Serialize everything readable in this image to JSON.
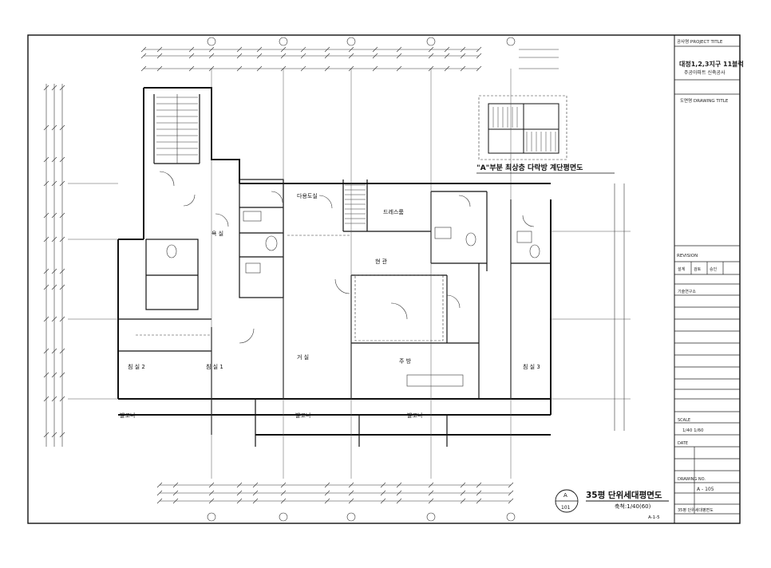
{
  "drawing": {
    "title": "35평 단위세대평면도",
    "scale": "축척:1/40(60)",
    "section_mark": "A",
    "section_sub": "101",
    "sheet_no": "A-1-5",
    "detail_title": "\"A\"부분 최상층 다락방 계단평면도"
  },
  "room_labels": [
    {
      "key": "living",
      "text": "거 실"
    },
    {
      "key": "bedroom1",
      "text": "침 실 1"
    },
    {
      "key": "bedroom2",
      "text": "침 실 2"
    },
    {
      "key": "bedroom3",
      "text": "침 실 3"
    },
    {
      "key": "kitchen",
      "text": "주 방"
    },
    {
      "key": "bath",
      "text": "욕 실"
    },
    {
      "key": "balcony1",
      "text": "발코니"
    },
    {
      "key": "balcony2",
      "text": "발코니"
    },
    {
      "key": "balcony3",
      "text": "발코니"
    },
    {
      "key": "entry",
      "text": "현 관"
    },
    {
      "key": "dress",
      "text": "드레스룸"
    },
    {
      "key": "util",
      "text": "다용도실"
    }
  ],
  "title_block": {
    "project_label": "공사명 PROJECT TITLE",
    "project_name": "대정1,2,3지구 11블럭",
    "project_sub": "주공아파트 신축공사",
    "sheet_label": "도면명 DRAWING TITLE",
    "revision_label": "REVISION",
    "company": "기술연구소",
    "drawn": "설계",
    "checked": "검토",
    "approved": "승인",
    "scale_label": "SCALE",
    "scale_value": "1/40  1/60",
    "date_label": "DATE",
    "drawing_no_label": "DRAWING NO.",
    "drawing_no": "A - 105",
    "footer": "35평 단위세대평면도"
  }
}
